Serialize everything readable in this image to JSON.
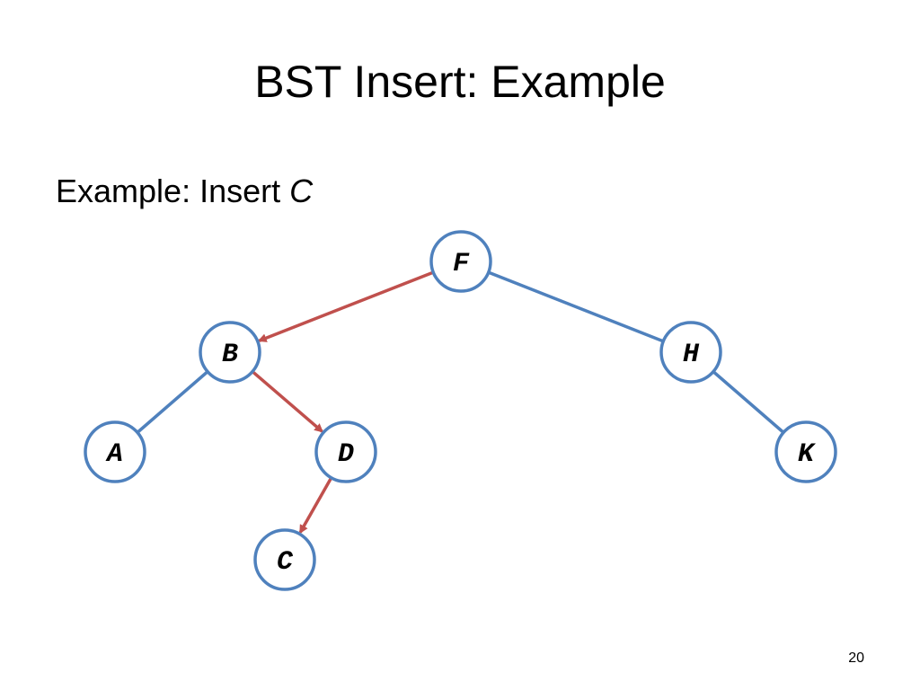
{
  "slide": {
    "title": "BST Insert: Example",
    "subtitle_prefix": "Example: Insert ",
    "subtitle_key": "C",
    "page_number": "20"
  },
  "colors": {
    "node_stroke": "#4f81bd",
    "edge": "#4f81bd",
    "path": "#c0504d",
    "node_fill": "#ffffff",
    "text": "#000000"
  },
  "tree": {
    "nodes": [
      {
        "id": "F",
        "label": "F"
      },
      {
        "id": "B",
        "label": "B"
      },
      {
        "id": "H",
        "label": "H"
      },
      {
        "id": "A",
        "label": "A"
      },
      {
        "id": "D",
        "label": "D"
      },
      {
        "id": "K",
        "label": "K"
      },
      {
        "id": "C",
        "label": "C"
      }
    ],
    "edges": [
      {
        "from": "F",
        "to": "B",
        "highlighted": true
      },
      {
        "from": "F",
        "to": "H",
        "highlighted": false
      },
      {
        "from": "B",
        "to": "A",
        "highlighted": false
      },
      {
        "from": "B",
        "to": "D",
        "highlighted": true
      },
      {
        "from": "H",
        "to": "K",
        "highlighted": false
      },
      {
        "from": "D",
        "to": "C",
        "highlighted": true
      }
    ]
  }
}
